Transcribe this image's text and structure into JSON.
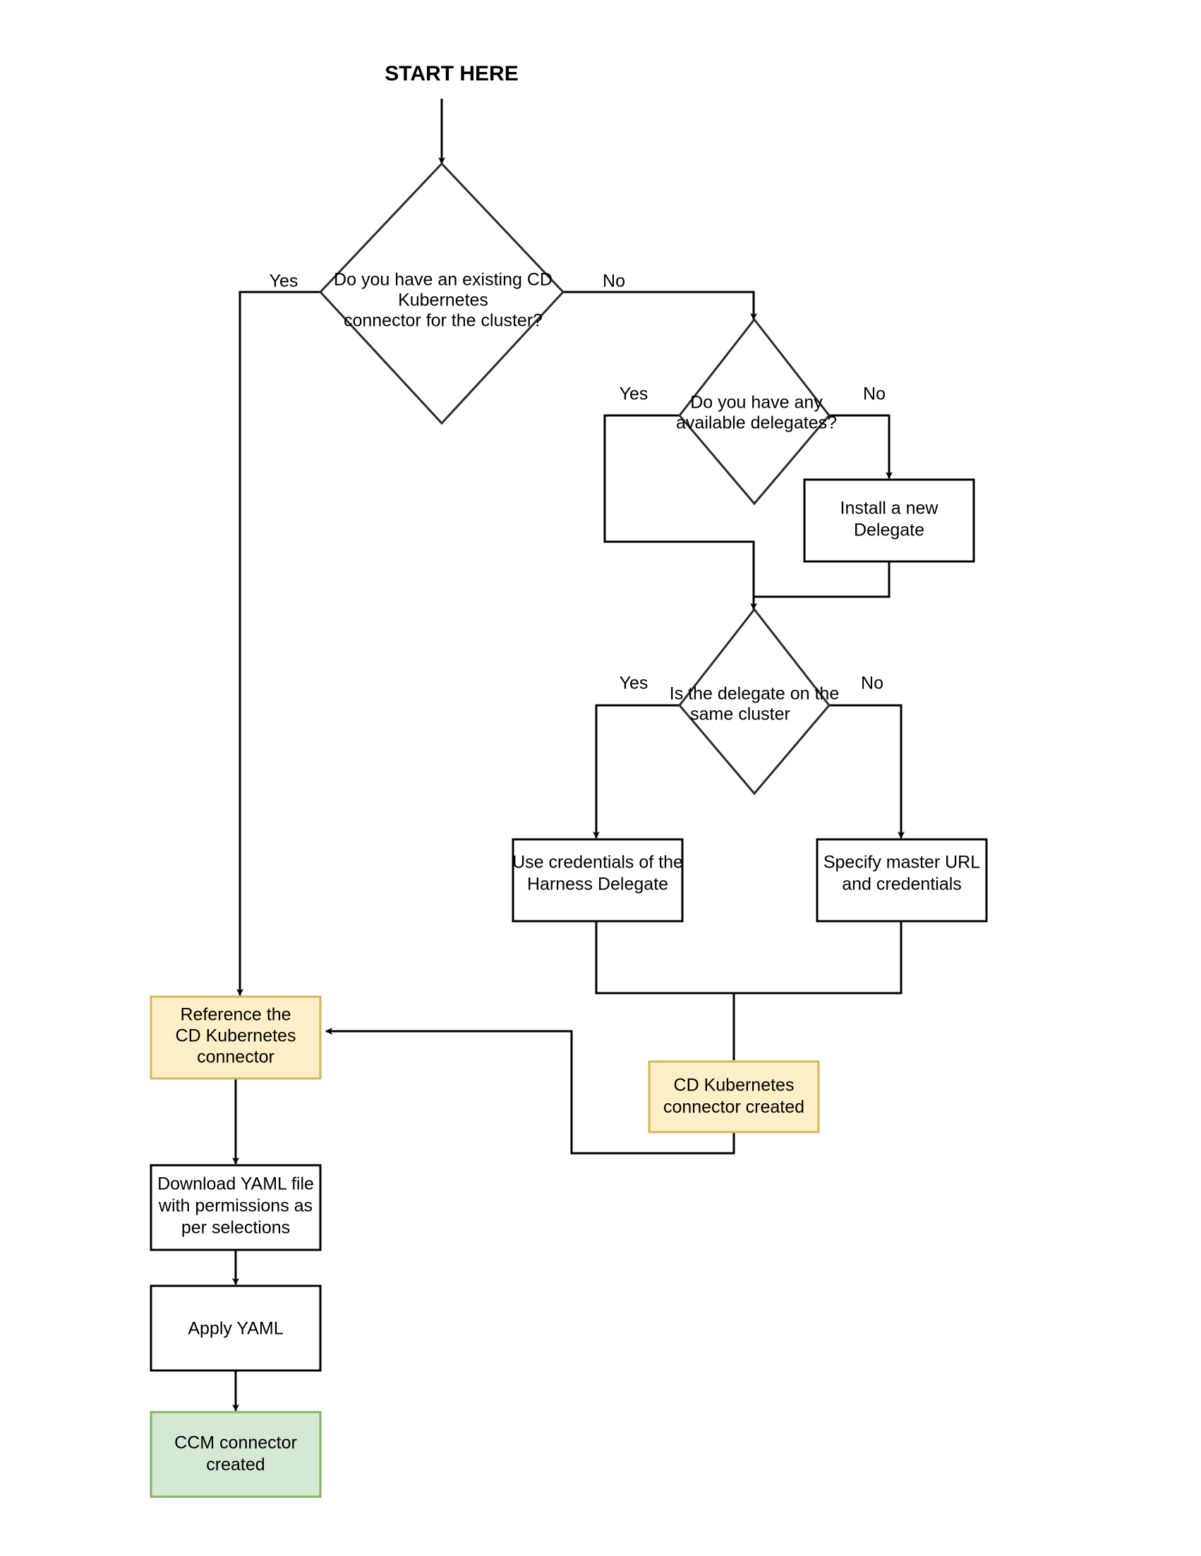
{
  "diagram": {
    "title": "START HERE",
    "type": "flowchart",
    "colors": {
      "yellow_fill": "#FCEFC7",
      "yellow_stroke": "#D6B656",
      "green_fill": "#D5E8D4",
      "green_stroke": "#82B366",
      "white_fill": "#FFFFFF",
      "line": "#000000",
      "diamond_stroke": "#2B2B2B"
    },
    "nodes": [
      {
        "id": "start",
        "kind": "start-label",
        "lines": [
          "START HERE"
        ]
      },
      {
        "id": "d1",
        "kind": "decision",
        "lines": [
          "Do you have an existing CD",
          "Kubernetes",
          "connector for the cluster?"
        ]
      },
      {
        "id": "d2",
        "kind": "decision",
        "lines": [
          "Do you have any",
          "available delegates?"
        ]
      },
      {
        "id": "b_install_delegate",
        "kind": "process",
        "lines": [
          "Install a new",
          "Delegate"
        ]
      },
      {
        "id": "d3",
        "kind": "decision",
        "lines": [
          "Is the delegate on the",
          "same cluster"
        ]
      },
      {
        "id": "b_use_credentials",
        "kind": "process",
        "lines": [
          "Use credentials of the",
          "Harness Delegate"
        ]
      },
      {
        "id": "b_specify_master",
        "kind": "process",
        "lines": [
          "Specify master URL",
          "and credentials"
        ]
      },
      {
        "id": "b_reference_connector",
        "kind": "highlight-yellow",
        "lines": [
          "Reference the",
          "CD Kubernetes",
          "connector"
        ]
      },
      {
        "id": "b_connector_created",
        "kind": "highlight-yellow",
        "lines": [
          "CD Kubernetes",
          "connector created"
        ]
      },
      {
        "id": "b_download_yaml",
        "kind": "process",
        "lines": [
          "Download YAML file",
          "with permissions as",
          "per selections"
        ]
      },
      {
        "id": "b_apply_yaml",
        "kind": "process",
        "lines": [
          "Apply YAML"
        ]
      },
      {
        "id": "b_ccm_created",
        "kind": "highlight-green",
        "lines": [
          "CCM connector",
          "created"
        ]
      }
    ],
    "edge_labels": {
      "d1_yes": "Yes",
      "d1_no": "No",
      "d2_yes": "Yes",
      "d2_no": "No",
      "d3_yes": "Yes",
      "d3_no": "No"
    }
  }
}
